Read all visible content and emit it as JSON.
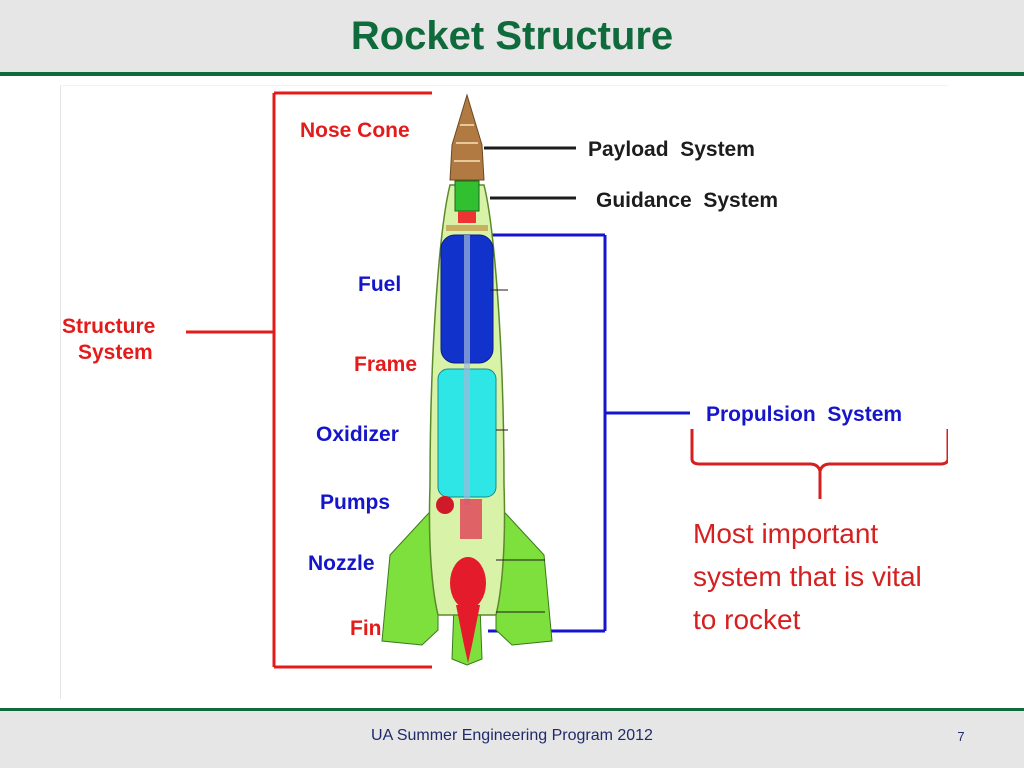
{
  "title": "Rocket Structure",
  "diagram": {
    "labels": {
      "nose_cone": "Nose Cone",
      "fuel": "Fuel",
      "frame": "Frame",
      "oxidizer": "Oxidizer",
      "pumps": "Pumps",
      "nozzle": "Nozzle",
      "fin": "Fin",
      "structure_system_line1": "Structure",
      "structure_system_line2": "System",
      "payload_system": "Payload  System",
      "guidance_system": "Guidance  System",
      "propulsion_system": "Propulsion  System"
    },
    "colors": {
      "structure": "#e31b1b",
      "propulsion": "#1515c9",
      "text_dark": "#1c1c1c",
      "fuel_tank": "#1133cc",
      "oxidizer_tank": "#2ee6e6",
      "body": "#d8f2a8",
      "fins": "#7ee03c",
      "nose": "#b07a42"
    }
  },
  "note": {
    "line1": "Most important",
    "line2": "system that is vital",
    "line3": "to rocket"
  },
  "footer": {
    "text": "UA Summer Engineering Program 2012",
    "page": "7"
  }
}
